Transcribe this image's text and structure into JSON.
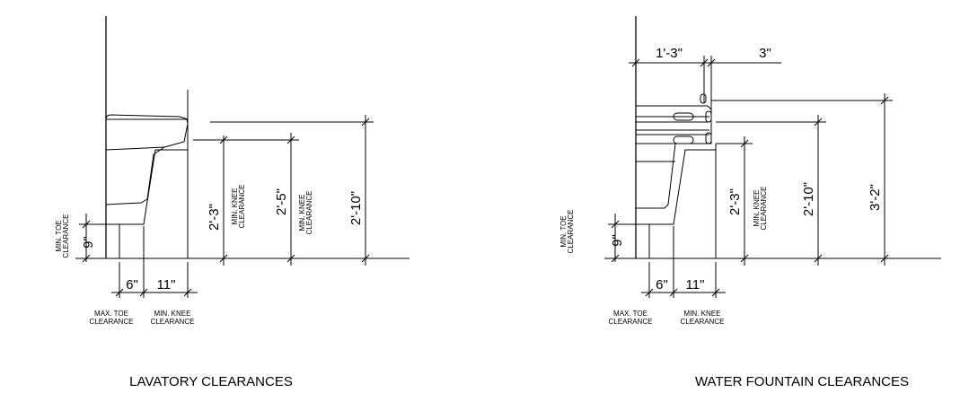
{
  "lavatory": {
    "caption": "LAVATORY CLEARANCES",
    "dims": {
      "toe_height": "9\"",
      "knee_2_3": "2'-3\"",
      "knee_2_5": "2'-5\"",
      "top_2_10": "2'-10\"",
      "toe_depth": "6\"",
      "knee_depth": "11\""
    },
    "labels": {
      "min_toe_1": "MIN. TOE",
      "min_toe_2": "CLEARANCE",
      "min_knee_a1": "MIN. KNEE",
      "min_knee_a2": "CLEARANCE",
      "min_knee_b1": "MIN. KNEE",
      "min_knee_b2": "CLEARANCE",
      "max_toe_1": "MAX. TOE",
      "max_toe_2": "CLEARANCE",
      "min_knee_c1": "MIN. KNEE",
      "min_knee_c2": "CLEARANCE"
    }
  },
  "fountain": {
    "caption": "WATER FOUNTAIN CLEARANCES",
    "dims": {
      "depth_1_3": "1'-3\"",
      "depth_3": "3\"",
      "toe_height": "9\"",
      "knee_2_3": "2'-3\"",
      "spout_2_10": "2'-10\"",
      "top_3_2": "3'-2\"",
      "toe_depth": "6\"",
      "knee_depth": "11\""
    },
    "labels": {
      "min_toe_1": "MIN. TOE",
      "min_toe_2": "CLEARANCE",
      "min_knee_a1": "MIN. KNEE",
      "min_knee_a2": "CLEARANCE",
      "max_toe_1": "MAX. TOE",
      "max_toe_2": "CLEARANCE",
      "min_knee_c1": "MIN. KNEE",
      "min_knee_c2": "CLEARANCE"
    }
  }
}
